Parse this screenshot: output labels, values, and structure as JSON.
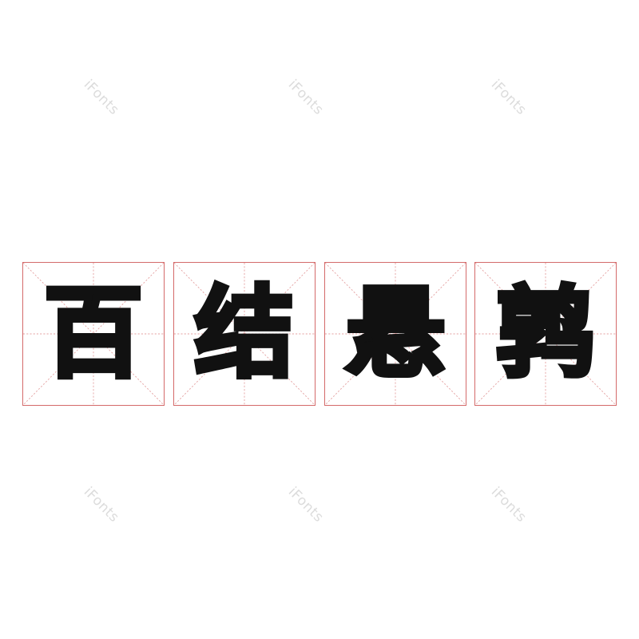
{
  "watermark": {
    "text": "iFonts"
  },
  "characters": [
    "百",
    "结",
    "悬",
    "鹑"
  ],
  "colors": {
    "background": "#ffffff",
    "grid_line": "#d46a6a",
    "glyph": "#111111",
    "watermark": "#d6d6d6"
  }
}
